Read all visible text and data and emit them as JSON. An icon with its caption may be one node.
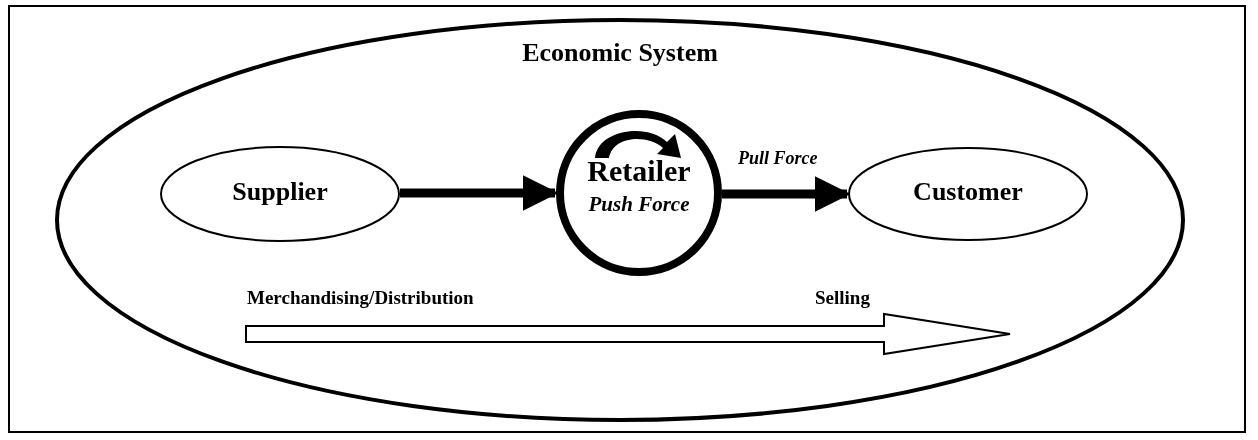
{
  "diagram": {
    "nodes": [
      {
        "text": [
          "Economic System"
        ]
      },
      {
        "text": [
          "Supplier"
        ],
        "in": 0
      },
      {
        "text": [
          "Retailer",
          "Push Force"
        ],
        "in": 0
      },
      {
        "text": [
          "Customer"
        ],
        "in": 0
      }
    ],
    "edges": [
      {
        "from": 1,
        "to": 2,
        "arrow": "to"
      },
      {
        "from": 2,
        "to": 3,
        "arrow": "to",
        "label": "Pull Force"
      }
    ],
    "labels": [
      "Merchandising/Distribution",
      "Selling"
    ]
  }
}
